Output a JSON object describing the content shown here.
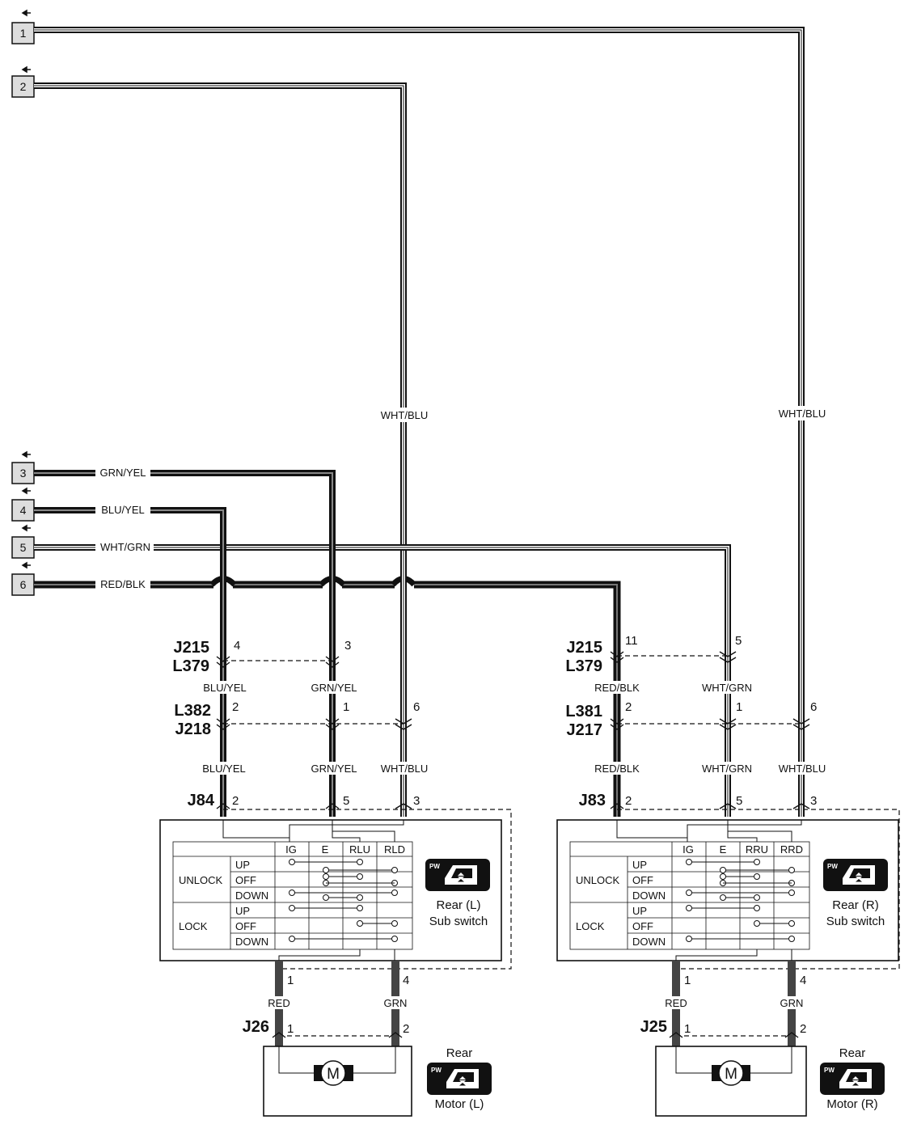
{
  "connectors": {
    "ref1": "1",
    "ref2": "2",
    "ref3": "3",
    "ref4": "4",
    "ref5": "5",
    "ref6": "6",
    "j215": "J215",
    "l379": "L379",
    "l382": "L382",
    "j218": "J218",
    "l381": "L381",
    "j217": "J217",
    "j84": "J84",
    "j83": "J83",
    "j26": "J26",
    "j25": "J25"
  },
  "wires": {
    "grn_yel": "GRN/YEL",
    "blu_yel": "BLU/YEL",
    "wht_grn": "WHT/GRN",
    "red_blk": "RED/BLK",
    "wht_blu": "WHT/BLU",
    "red": "RED",
    "grn": "GRN"
  },
  "pins": {
    "p1": "1",
    "p2": "2",
    "p3": "3",
    "p4": "4",
    "p5": "5",
    "p6": "6",
    "p11": "11"
  },
  "left_switch": {
    "cols": [
      "IG",
      "E",
      "RLU",
      "RLD"
    ],
    "groups": [
      "UNLOCK",
      "LOCK"
    ],
    "rows": [
      "UP",
      "OFF",
      "DOWN",
      "UP",
      "OFF",
      "DOWN"
    ],
    "caption1": "Rear (L)",
    "caption2": "Sub switch"
  },
  "right_switch": {
    "cols": [
      "IG",
      "E",
      "RRU",
      "RRD"
    ],
    "groups": [
      "UNLOCK",
      "LOCK"
    ],
    "rows": [
      "UP",
      "OFF",
      "DOWN",
      "UP",
      "OFF",
      "DOWN"
    ],
    "caption1": "Rear (R)",
    "caption2": "Sub switch"
  },
  "left_motor": {
    "symbol": "M",
    "caption1": "Rear",
    "caption2": "Motor (L)"
  },
  "right_motor": {
    "symbol": "M",
    "caption1": "Rear",
    "caption2": "Motor (R)"
  },
  "icons": {
    "pw_badge": "PW"
  }
}
